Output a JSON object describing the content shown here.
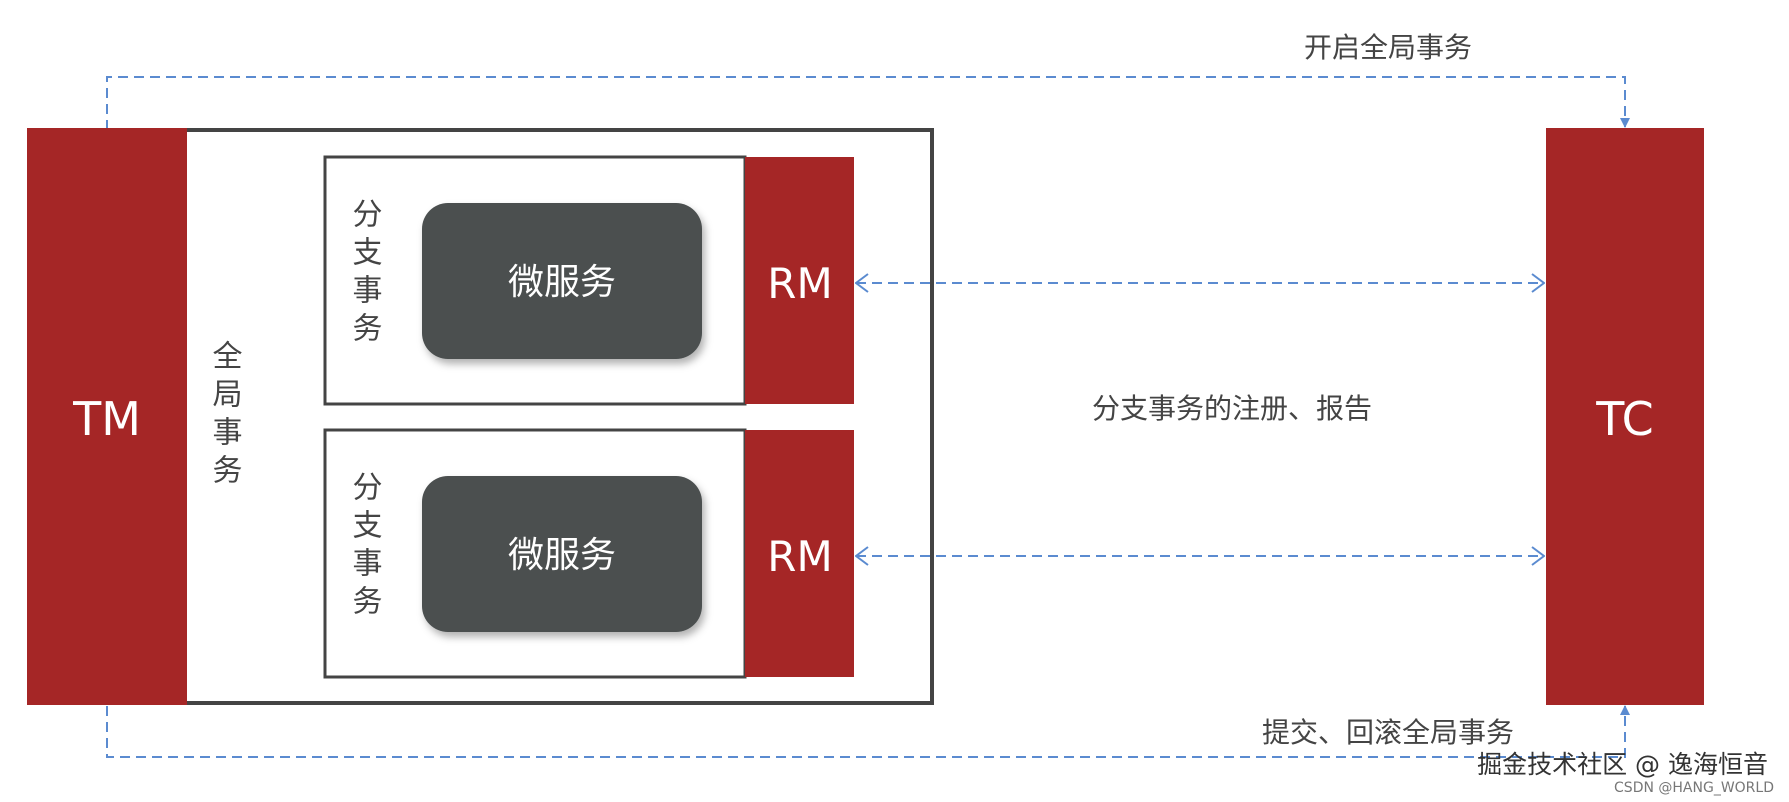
{
  "colors": {
    "accent_red": "#A52626",
    "service_gray": "#4B5050",
    "frame": "#444444",
    "arrow_blue": "#5B8BD0"
  },
  "nodes": {
    "tm": "TM",
    "tc": "TC",
    "global_transaction": "全局事务",
    "branch_top": {
      "label": "分支事务",
      "service": "微服务",
      "rm": "RM"
    },
    "branch_bottom": {
      "label": "分支事务",
      "service": "微服务",
      "rm": "RM"
    }
  },
  "edges": {
    "begin_global": "开启全局事务",
    "branch_register_report": "分支事务的注册、报告",
    "commit_rollback": "提交、回滚全局事务"
  },
  "watermark": {
    "line1": "掘金技术社区 @ 逸海恒音",
    "line2": "CSDN @HANG_WORLD"
  }
}
